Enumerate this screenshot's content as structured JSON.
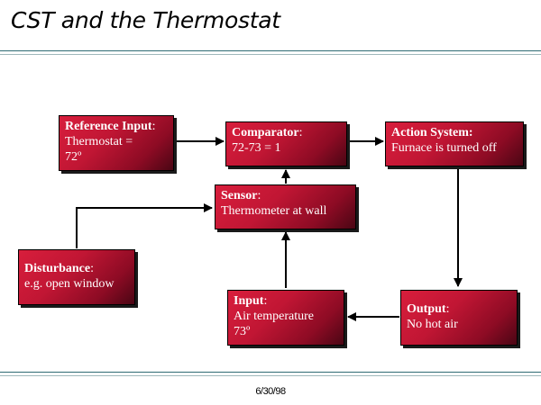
{
  "title": "CST and the Thermostat",
  "footer_date": "6/30/98",
  "colors": {
    "box_red": "#c11634",
    "box_dark": "#4a0614",
    "rule": "#2e6b73"
  },
  "boxes": {
    "reference_input": {
      "label": "Reference Input",
      "sep": ":",
      "line1": "Thermostat =",
      "line2": "72º"
    },
    "comparator": {
      "label": "Comparator",
      "sep": ":",
      "line1": "72-73 = 1"
    },
    "action_system": {
      "label": "Action System:",
      "line1": "Furnace is turned off"
    },
    "sensor": {
      "label": "Sensor",
      "sep": ":",
      "line1": "Thermometer at wall"
    },
    "disturbance": {
      "label": "Disturbance",
      "sep": ":",
      "line1": "e.g. open window"
    },
    "input": {
      "label": "Input",
      "sep": ":",
      "line1": "Air temperature",
      "line2": "73º"
    },
    "output": {
      "label": "Output",
      "sep": ":",
      "line1": "No hot air"
    }
  }
}
